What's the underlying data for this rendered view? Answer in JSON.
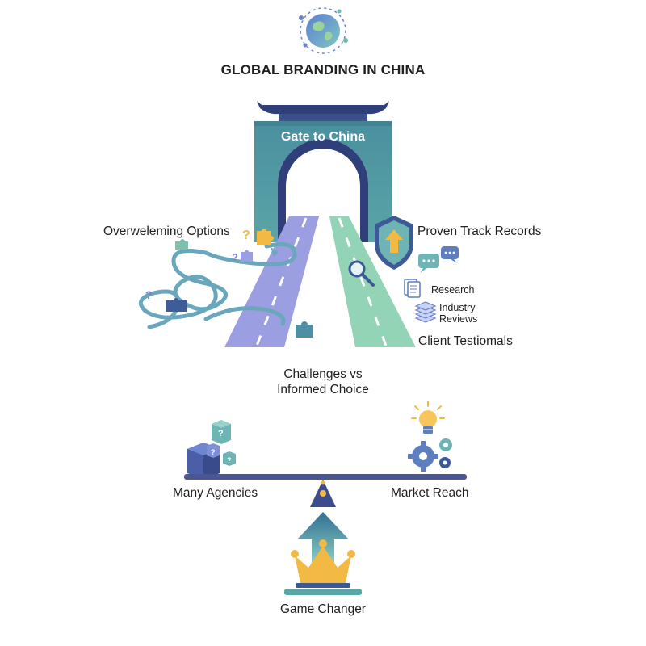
{
  "title": "GLOBAL BRANDING IN CHINA",
  "gate_label": "Gate to China",
  "left_path": {
    "label": "Overweleming Options"
  },
  "right_path": {
    "label": "Proven Track Records",
    "items": [
      "Research",
      "Industry Reviews",
      "Client Testiomals"
    ]
  },
  "middle_caption": {
    "line1": "Challenges vs",
    "line2": "Informed Choice"
  },
  "balance": {
    "left_label": "Many Agencies",
    "right_label": "Market Reach"
  },
  "bottom_label": "Game Changer",
  "colors": {
    "teal": "#4e9aa3",
    "navy": "#2f3f7a",
    "lavender": "#8e8fd6",
    "mint": "#8fcfb4",
    "gold": "#f2b945",
    "rope": "#6aa7bd"
  },
  "icons": [
    "globe-icon",
    "gate-icon",
    "shield-arrow-icon",
    "magnifier-icon",
    "chat-icon",
    "document-icon",
    "stack-icon",
    "question-icon",
    "puzzle-icon",
    "lightbulb-icon",
    "gears-icon",
    "cubes-icon",
    "crown-icon",
    "arrow-up-icon"
  ]
}
